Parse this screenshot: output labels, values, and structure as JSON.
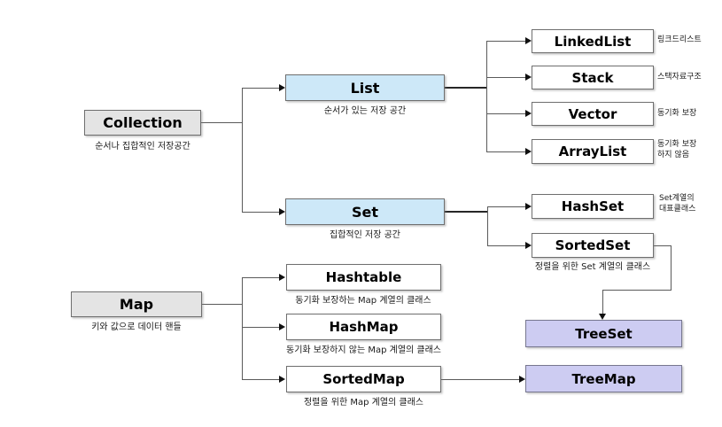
{
  "title": "Java Collection Framework hierarchy diagram",
  "colors": {
    "root_fill": "#e4e4e4",
    "branch_fill": "#cde8f8",
    "leaf_fill": "#ffffff",
    "tree_fill": "#cdccf2",
    "border": "#6f6f6f",
    "line": "#5a5a5a"
  },
  "nodes": {
    "collection": {
      "label": "Collection",
      "subtitle": "순서나 집합적인 저장공간"
    },
    "list": {
      "label": "List",
      "subtitle": "순서가 있는 저장 공간"
    },
    "set": {
      "label": "Set",
      "subtitle": "집합적인 저장 공간"
    },
    "map": {
      "label": "Map",
      "subtitle": "키와 값으로 데이터 핸들"
    },
    "linkedlist": {
      "label": "LinkedList",
      "note": "링크드리스트"
    },
    "stack": {
      "label": "Stack",
      "note": "스택자료구조"
    },
    "vector": {
      "label": "Vector",
      "note": "동기화 보장"
    },
    "arraylist": {
      "label": "ArrayList",
      "note": "동기화 보장\n하지 않음"
    },
    "hashset": {
      "label": "HashSet",
      "note": "Set계열의\n대표클래스"
    },
    "sortedset": {
      "label": "SortedSet",
      "subtitle": "정렬을 위한 Set 계열의 클래스"
    },
    "hashtable": {
      "label": "Hashtable",
      "subtitle": "동기화 보장하는 Map 계열의 클래스"
    },
    "hashmap": {
      "label": "HashMap",
      "subtitle": "동기화 보장하지 않는 Map 계열의 클래스"
    },
    "sortedmap": {
      "label": "SortedMap",
      "subtitle": "정렬을 위한 Map 계열의 클래스"
    },
    "treeset": {
      "label": "TreeSet"
    },
    "treemap": {
      "label": "TreeMap"
    }
  }
}
